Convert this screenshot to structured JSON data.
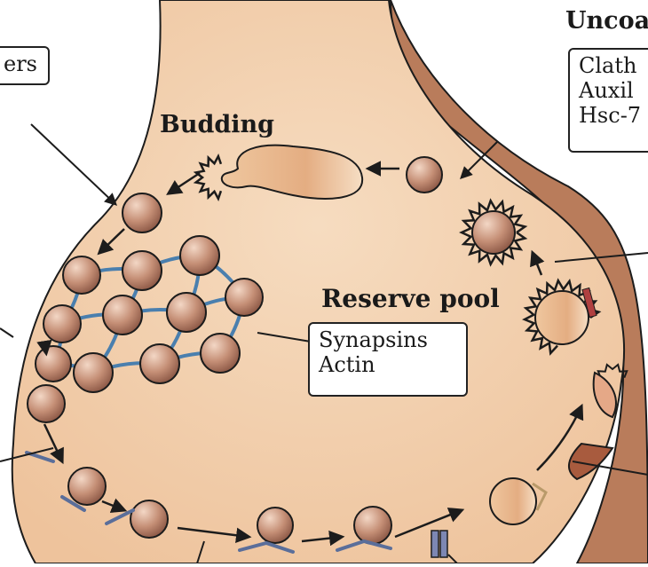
{
  "labels": {
    "budding": "Budding",
    "uncoating": "Uncoa",
    "reserve_pool": "Reserve pool"
  },
  "boxes": {
    "top_left": [
      "ers"
    ],
    "uncoating_proteins": [
      "Clath",
      "Auxil",
      "Hsc-7"
    ],
    "reserve_pool_proteins": [
      "Synapsins",
      "Actin"
    ]
  },
  "colors": {
    "cytoplasm": "#f1cfad",
    "membrane": "#e2b68d",
    "vesicle": "#c58f76",
    "vesicle_dark": "#7a4a3a",
    "synapsin_link": "#4a7fae",
    "outer_tissue": "#bb7f5e",
    "outline": "#1c1c1c"
  }
}
